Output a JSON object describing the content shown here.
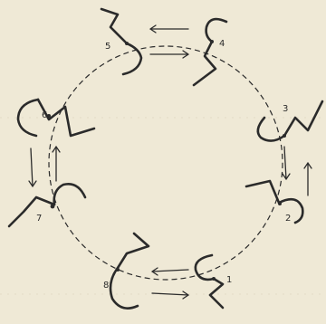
{
  "diagram": {
    "ring_style": "dashed circle",
    "units": [
      {
        "label": "1"
      },
      {
        "label": "2"
      },
      {
        "label": "3"
      },
      {
        "label": "4"
      },
      {
        "label": "5"
      },
      {
        "label": "6"
      },
      {
        "label": "7"
      },
      {
        "label": "8"
      }
    ],
    "colors": {
      "background": "#efe9d6",
      "ink": "#2b2b2b"
    }
  }
}
